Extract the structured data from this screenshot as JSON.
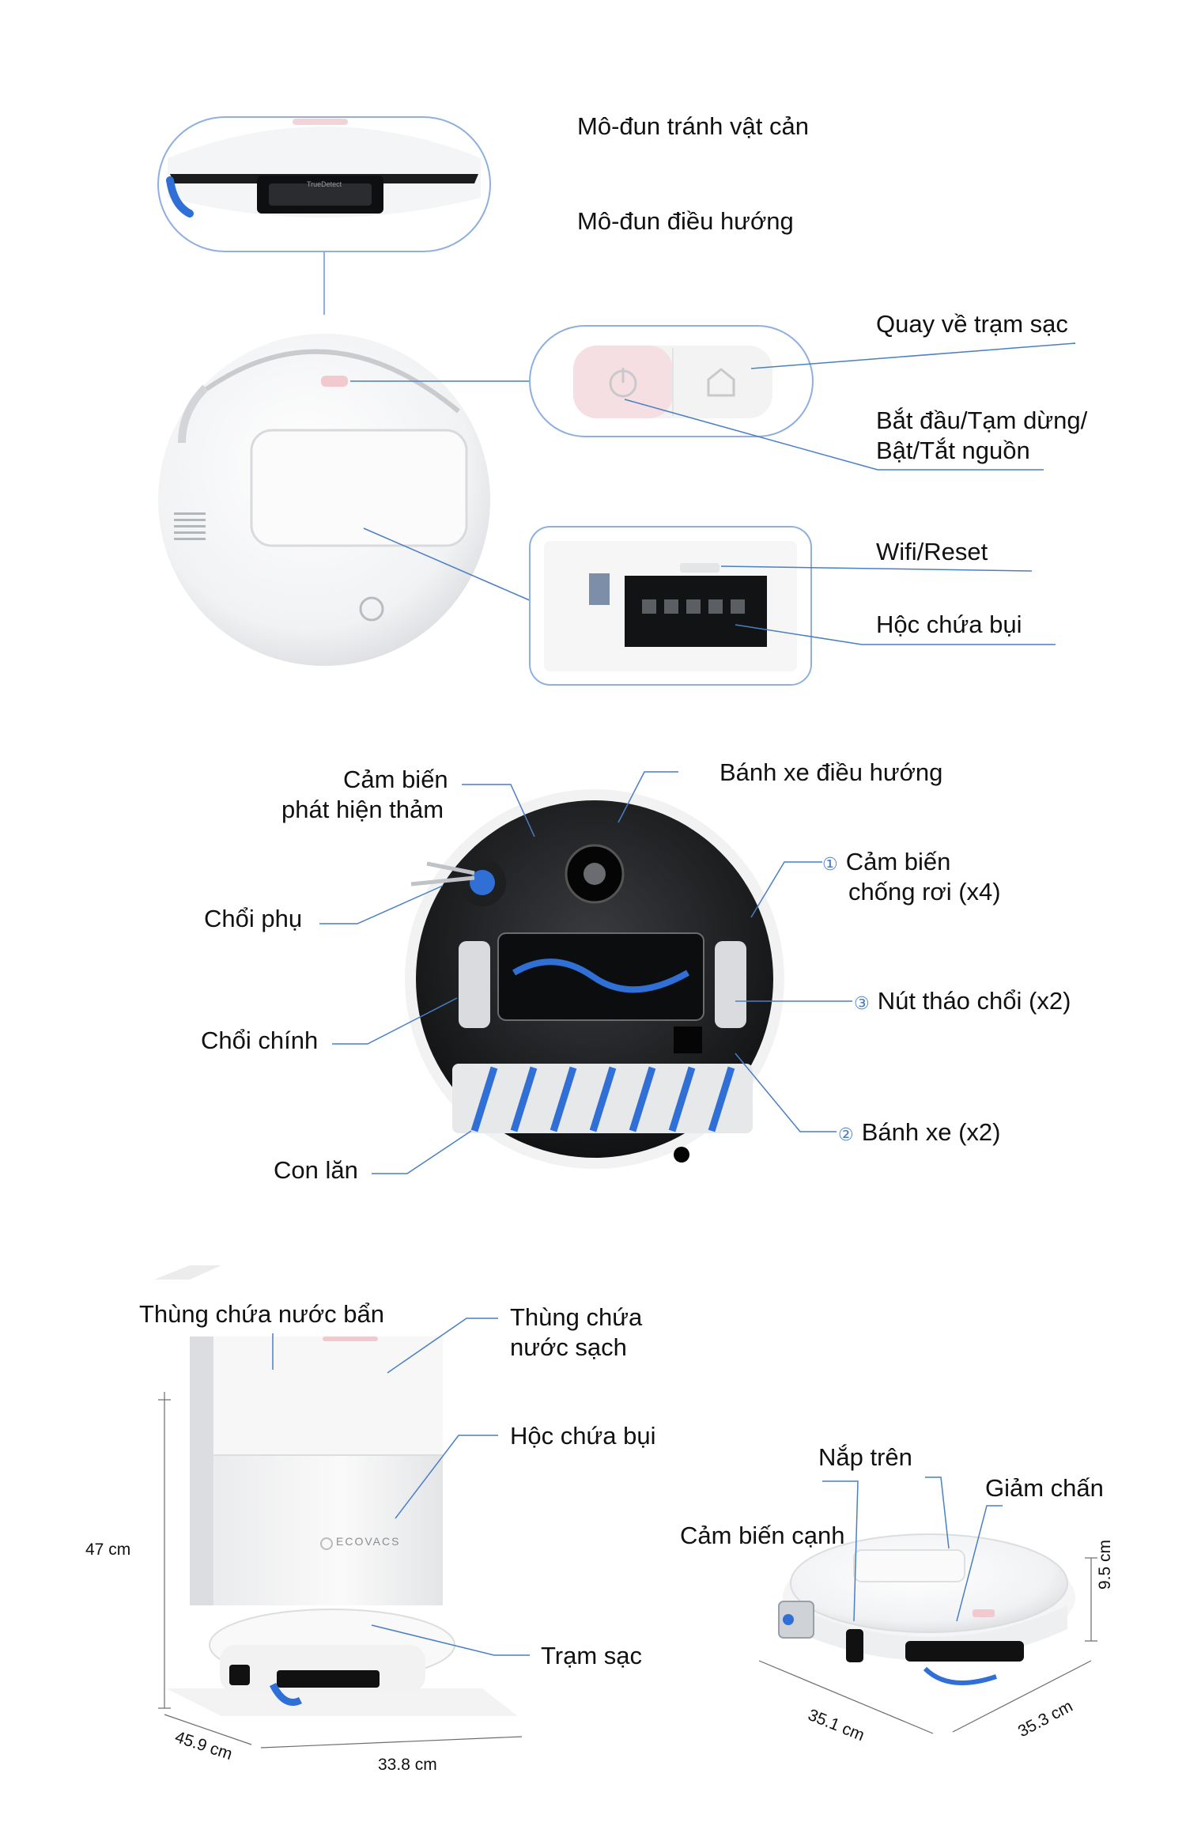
{
  "section1": {
    "obstacle_module": "Mô-đun tránh vật cản",
    "navigation_module": "Mô-đun điều hướng",
    "return_to_dock": "Quay về trạm sạc",
    "start_pause_line1": "Bắt đầu/Tạm dừng/",
    "start_pause_line2": "Bật/Tắt nguồn",
    "wifi_reset": "Wifi/Reset",
    "dust_bin": "Hộc chứa bụi",
    "camera_text": "TrueDetect"
  },
  "section2": {
    "carpet_sensor_line1": "Cảm biến",
    "carpet_sensor_line2": "phát hiện thảm",
    "nav_wheel": "Bánh xe điều hướng",
    "cliff_num": "①",
    "cliff_line1": "Cảm biến",
    "cliff_line2": "chống rơi (x4)",
    "side_brush": "Chổi phụ",
    "main_brush": "Chổi chính",
    "release_num": "③",
    "brush_release": "Nút tháo chổi (x2)",
    "wheel_num": "②",
    "wheels": "Bánh xe (x2)",
    "roller": "Con lăn"
  },
  "section3": {
    "dirty_tank": "Thùng chứa nước bẩn",
    "clean_tank_line1": "Thùng chứa",
    "clean_tank_line2": "nước sạch",
    "dust_bin": "Hộc chứa bụi",
    "charging_dock": "Trạm sạc",
    "brand": "ECOVACS",
    "height": "47 cm",
    "depth": "45.9 cm",
    "width": "33.8 cm"
  },
  "section4": {
    "top_cover": "Nắp trên",
    "bumper": "Giảm chấn",
    "edge_sensor": "Cảm biến cạnh",
    "height": "9.5 cm",
    "len_a": "35.1 cm",
    "len_b": "35.3 cm"
  },
  "colors": {
    "leader_line": "#4a7fc4",
    "accent_blue": "#2f6fd6",
    "button_pink": "#f6dfe2"
  }
}
